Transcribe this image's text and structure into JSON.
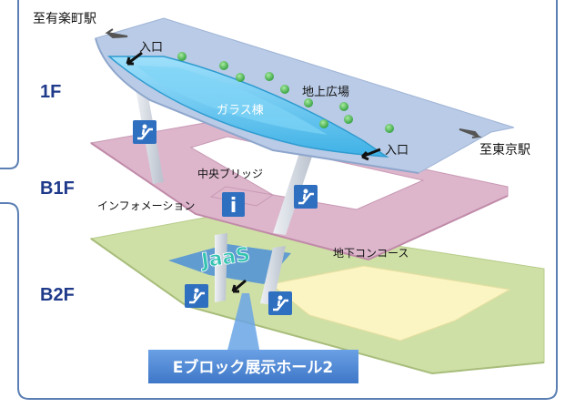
{
  "directions": {
    "yurakucho": "至有楽町駅",
    "tokyo": "至東京駅"
  },
  "floors": {
    "f1": "1F",
    "b1f": "B1F",
    "b2f": "B2F"
  },
  "labels": {
    "entrance_top": "入口",
    "entrance_right": "入口",
    "glass_building": "ガラス棟",
    "ground_plaza": "地上広場",
    "central_bridge": "中央ブリッジ",
    "information": "インフォメーション",
    "info_sign": "i",
    "underground_concourse": "地下コンコース",
    "jaas_logo": "JaaS",
    "destination_hall": "Eブロック展示ホール2"
  },
  "colors": {
    "frame": "#5b7fb4",
    "floor_1f": "#b9cbe6",
    "glass": "#5ec6f0",
    "floor_b1f": "#ddb6cc",
    "floor_b2f": "#cfe0a6",
    "hall_yellow": "#fbf5c4",
    "pillar": "#d8dde6",
    "escalator": "#2f6fc0",
    "dot_green": "#3fb848",
    "dest_banner": "#5b8fd6"
  },
  "icons": {
    "escalator": "escalator-icon",
    "arrow": "arrow-icon",
    "info": "info-icon"
  }
}
